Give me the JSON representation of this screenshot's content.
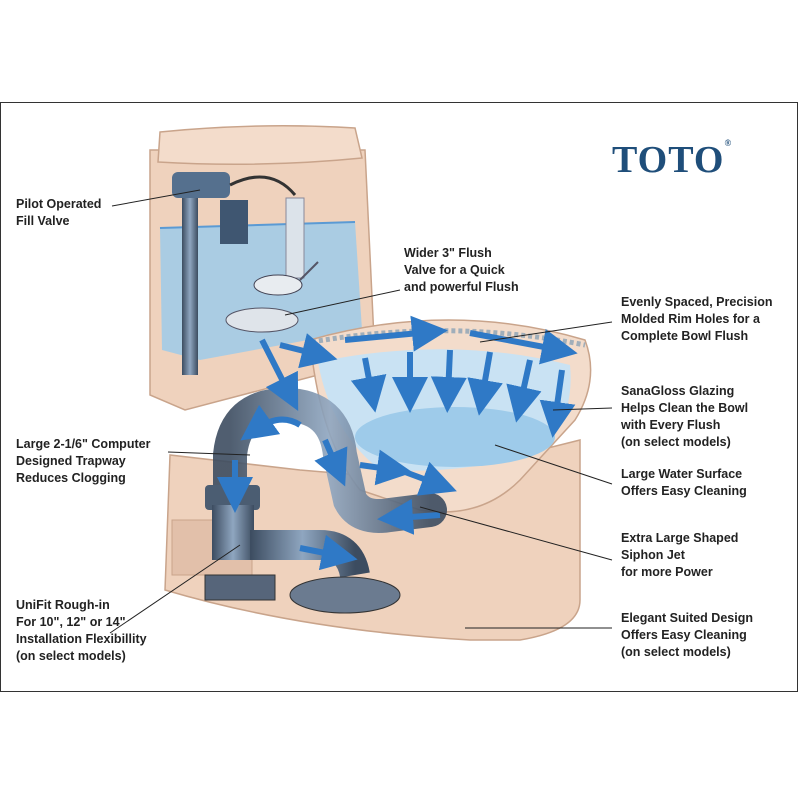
{
  "brand": {
    "name": "TOTO",
    "mark": "®"
  },
  "colors": {
    "porcelain": "#efd2bd",
    "porcelain_shade": "#d9b39a",
    "water": "#9ecbea",
    "water_deep": "#5a9ad4",
    "arrow": "#2f79c6",
    "pipe": "#4b5d72",
    "brand": "#1f4e7a"
  },
  "callouts": {
    "fill_valve": [
      "Pilot Operated",
      "Fill Valve"
    ],
    "flush_valve": [
      "Wider 3\" Flush",
      "Valve for a Quick",
      "and powerful Flush"
    ],
    "rim_holes": [
      "Evenly Spaced, Precision",
      "Molded Rim Holes for a",
      "Complete Bowl Flush"
    ],
    "sanagloss": [
      "SanaGloss Glazing",
      "Helps Clean the Bowl",
      "with Every Flush",
      "(on select models)"
    ],
    "trapway": [
      "Large 2-1/6\" Computer",
      "Designed Trapway",
      "Reduces Clogging"
    ],
    "water_surface": [
      "Large Water Surface",
      "Offers Easy Cleaning"
    ],
    "siphon_jet": [
      "Extra Large Shaped",
      "Siphon Jet",
      "for more Power"
    ],
    "unifit": [
      "UniFit Rough-in",
      "For 10\", 12\" or 14\"",
      "Installation Flexibillity",
      "(on select models)"
    ],
    "suited_design": [
      "Elegant Suited Design",
      "Offers Easy Cleaning",
      "(on select models)"
    ]
  }
}
